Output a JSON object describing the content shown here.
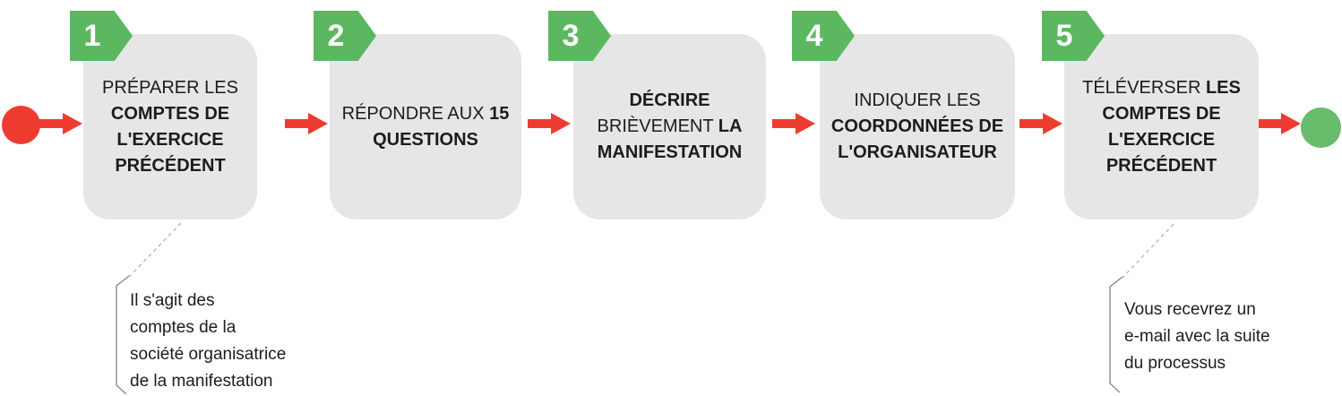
{
  "colors": {
    "red": "#EE3B2F",
    "green": "#5CB860",
    "green_light": "#67BD6B",
    "box_gray": "#E7E6E6",
    "text": "#1C1C1C",
    "badge_text": "#FFFFFF",
    "connector_gray": "#B5B2B2",
    "bracket_gray": "#8C8C8C"
  },
  "steps": [
    {
      "number": "1",
      "segments": [
        {
          "text": "PRÉPARER LES ",
          "bold": false
        },
        {
          "text": "COMPTES DE L'EXERCICE PRÉCÉDENT",
          "bold": true
        }
      ]
    },
    {
      "number": "2",
      "segments": [
        {
          "text": "RÉPONDRE AUX ",
          "bold": false
        },
        {
          "text": "15 QUESTIONS",
          "bold": true
        }
      ]
    },
    {
      "number": "3",
      "segments": [
        {
          "text": "DÉCRIRE",
          "bold": true
        },
        {
          "text": " BRIÈVEMENT ",
          "bold": false
        },
        {
          "text": "LA MANIFESTATION",
          "bold": true
        }
      ]
    },
    {
      "number": "4",
      "segments": [
        {
          "text": "INDIQUER LES ",
          "bold": false
        },
        {
          "text": "COORDONNÉES DE L'ORGANISATEUR",
          "bold": true
        }
      ]
    },
    {
      "number": "5",
      "segments": [
        {
          "text": "TÉLÉVERSER ",
          "bold": false
        },
        {
          "text": "LES COMPTES DE L'EXERCICE PRÉCÉDENT",
          "bold": true
        }
      ]
    }
  ],
  "annotations": [
    {
      "lines": [
        "Il s'agit des",
        "comptes de la",
        "société organisatrice",
        "de la manifestation"
      ]
    },
    {
      "lines": [
        "Vous recevrez un",
        "e-mail avec la suite",
        "du processus"
      ]
    }
  ]
}
